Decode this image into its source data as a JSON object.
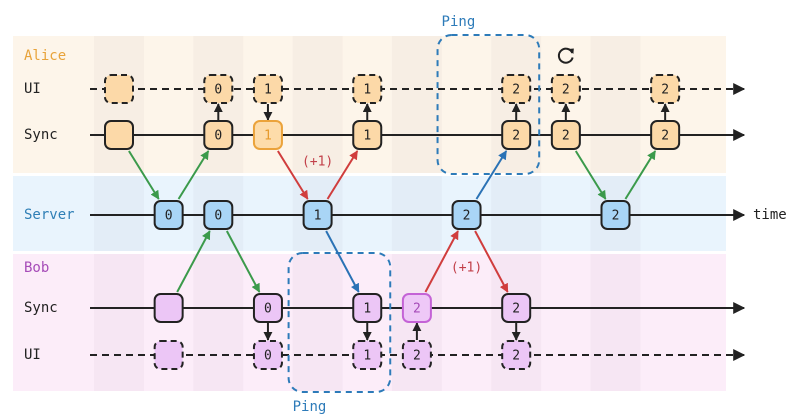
{
  "diagram": {
    "title": "",
    "time_label": "time",
    "steps": 12,
    "colors": {
      "line": "#222222",
      "green": "#3b9a4b",
      "red": "#d03d3d",
      "blue": "#2a72b5",
      "ping": "#2d7bb9",
      "edge_label": "#c2404a"
    },
    "lanes": [
      {
        "id": "alice",
        "name": "Alice",
        "name_color": "#e8a33a",
        "band_color": "#fdf5ea",
        "node_fill": "#fcd9a8",
        "highlight_stroke": "#eba33b",
        "highlight_text": "#e69a2c",
        "highlight_fill": "#fddcaa",
        "rows": [
          {
            "id": "ui",
            "label": "UI",
            "style": "dashed"
          },
          {
            "id": "sync",
            "label": "Sync",
            "style": "solid"
          }
        ]
      },
      {
        "id": "server",
        "name": "Server",
        "name_color": "#2f7fb6",
        "band_color": "#e9f4fd",
        "node_fill": "#a9d5f6",
        "rows": [
          {
            "id": "main",
            "label": "",
            "style": "solid"
          }
        ]
      },
      {
        "id": "bob",
        "name": "Bob",
        "name_color": "#a64cb8",
        "band_color": "#fcedf9",
        "node_fill": "#ecc6f6",
        "highlight_stroke": "#c463d6",
        "highlight_text": "#a64cb8",
        "highlight_fill": "#eec8f7",
        "rows": [
          {
            "id": "sync",
            "label": "Sync",
            "style": "solid"
          },
          {
            "id": "ui",
            "label": "UI",
            "style": "dashed"
          }
        ]
      }
    ],
    "nodes": [
      {
        "lane": "alice",
        "row": "ui",
        "step": 0,
        "value": ""
      },
      {
        "lane": "alice",
        "row": "ui",
        "step": 2,
        "value": "0"
      },
      {
        "lane": "alice",
        "row": "ui",
        "step": 3,
        "value": "1"
      },
      {
        "lane": "alice",
        "row": "ui",
        "step": 5,
        "value": "1"
      },
      {
        "lane": "alice",
        "row": "ui",
        "step": 8,
        "value": "2"
      },
      {
        "lane": "alice",
        "row": "ui",
        "step": 9,
        "value": "2"
      },
      {
        "lane": "alice",
        "row": "ui",
        "step": 11,
        "value": "2"
      },
      {
        "lane": "alice",
        "row": "sync",
        "step": 0,
        "value": ""
      },
      {
        "lane": "alice",
        "row": "sync",
        "step": 2,
        "value": "0"
      },
      {
        "lane": "alice",
        "row": "sync",
        "step": 3,
        "value": "1",
        "highlight": true
      },
      {
        "lane": "alice",
        "row": "sync",
        "step": 5,
        "value": "1"
      },
      {
        "lane": "alice",
        "row": "sync",
        "step": 8,
        "value": "2"
      },
      {
        "lane": "alice",
        "row": "sync",
        "step": 9,
        "value": "2"
      },
      {
        "lane": "alice",
        "row": "sync",
        "step": 11,
        "value": "2"
      },
      {
        "lane": "server",
        "row": "main",
        "step": 1,
        "value": "0"
      },
      {
        "lane": "server",
        "row": "main",
        "step": 2,
        "value": "0"
      },
      {
        "lane": "server",
        "row": "main",
        "step": 4,
        "value": "1"
      },
      {
        "lane": "server",
        "row": "main",
        "step": 7,
        "value": "2"
      },
      {
        "lane": "server",
        "row": "main",
        "step": 10,
        "value": "2"
      },
      {
        "lane": "bob",
        "row": "sync",
        "step": 1,
        "value": ""
      },
      {
        "lane": "bob",
        "row": "sync",
        "step": 3,
        "value": "0"
      },
      {
        "lane": "bob",
        "row": "sync",
        "step": 5,
        "value": "1"
      },
      {
        "lane": "bob",
        "row": "sync",
        "step": 6,
        "value": "2",
        "highlight": true
      },
      {
        "lane": "bob",
        "row": "sync",
        "step": 8,
        "value": "2"
      },
      {
        "lane": "bob",
        "row": "ui",
        "step": 1,
        "value": ""
      },
      {
        "lane": "bob",
        "row": "ui",
        "step": 3,
        "value": "0"
      },
      {
        "lane": "bob",
        "row": "ui",
        "step": 5,
        "value": "1"
      },
      {
        "lane": "bob",
        "row": "ui",
        "step": 6,
        "value": "2"
      },
      {
        "lane": "bob",
        "row": "ui",
        "step": 8,
        "value": "2"
      }
    ],
    "edges": [
      {
        "from": [
          "alice",
          "sync",
          0
        ],
        "to": [
          "server",
          "main",
          1
        ],
        "color": "green"
      },
      {
        "from": [
          "server",
          "main",
          1
        ],
        "to": [
          "alice",
          "sync",
          2
        ],
        "color": "green"
      },
      {
        "from": [
          "bob",
          "sync",
          1
        ],
        "to": [
          "server",
          "main",
          2
        ],
        "color": "green"
      },
      {
        "from": [
          "server",
          "main",
          2
        ],
        "to": [
          "bob",
          "sync",
          3
        ],
        "color": "green"
      },
      {
        "from": [
          "alice",
          "sync",
          3
        ],
        "to": [
          "server",
          "main",
          4
        ],
        "color": "red"
      },
      {
        "from": [
          "server",
          "main",
          4
        ],
        "to": [
          "alice",
          "sync",
          5
        ],
        "color": "red"
      },
      {
        "from": [
          "server",
          "main",
          4
        ],
        "to": [
          "bob",
          "sync",
          5
        ],
        "color": "blue"
      },
      {
        "from": [
          "bob",
          "sync",
          6
        ],
        "to": [
          "server",
          "main",
          7
        ],
        "color": "red"
      },
      {
        "from": [
          "server",
          "main",
          7
        ],
        "to": [
          "bob",
          "sync",
          8
        ],
        "color": "red"
      },
      {
        "from": [
          "server",
          "main",
          7
        ],
        "to": [
          "alice",
          "sync",
          8
        ],
        "color": "blue"
      },
      {
        "from": [
          "alice",
          "sync",
          9
        ],
        "to": [
          "server",
          "main",
          10
        ],
        "color": "green"
      },
      {
        "from": [
          "server",
          "main",
          10
        ],
        "to": [
          "alice",
          "sync",
          11
        ],
        "color": "green"
      }
    ],
    "local_arrows": [
      {
        "lane": "alice",
        "step": 2,
        "from": "sync",
        "to": "ui"
      },
      {
        "lane": "alice",
        "step": 3,
        "from": "ui",
        "to": "sync"
      },
      {
        "lane": "alice",
        "step": 5,
        "from": "sync",
        "to": "ui"
      },
      {
        "lane": "alice",
        "step": 8,
        "from": "sync",
        "to": "ui"
      },
      {
        "lane": "alice",
        "step": 9,
        "from": "sync",
        "to": "ui"
      },
      {
        "lane": "alice",
        "step": 11,
        "from": "sync",
        "to": "ui"
      },
      {
        "lane": "bob",
        "step": 3,
        "from": "sync",
        "to": "ui"
      },
      {
        "lane": "bob",
        "step": 5,
        "from": "sync",
        "to": "ui"
      },
      {
        "lane": "bob",
        "step": 6,
        "from": "ui",
        "to": "sync"
      },
      {
        "lane": "bob",
        "step": 8,
        "from": "sync",
        "to": "ui"
      }
    ],
    "annotations": [
      {
        "text": "(+1)",
        "lane": "alice",
        "step": 4
      },
      {
        "text": "(+1)",
        "lane": "bob",
        "step": 7
      }
    ],
    "ping_boxes": [
      {
        "label": "Ping",
        "lane": "alice",
        "steps": [
          7,
          8
        ],
        "label_position": "above"
      },
      {
        "label": "Ping",
        "lane": "bob",
        "steps": [
          4,
          5
        ],
        "label_position": "below"
      }
    ],
    "icons": [
      {
        "icon": "refresh-icon",
        "lane": "alice",
        "step": 9
      }
    ]
  }
}
